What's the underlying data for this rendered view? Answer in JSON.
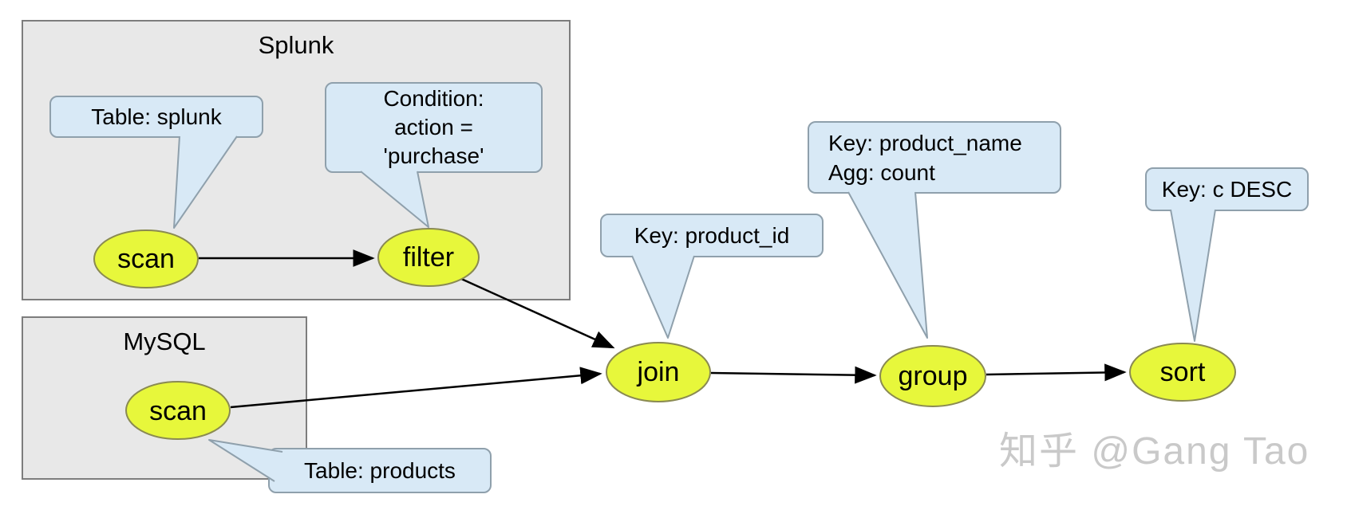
{
  "diagram": {
    "watermark": "知乎 @Gang Tao"
  },
  "containers": [
    {
      "id": "splunk",
      "title": "Splunk"
    },
    {
      "id": "mysql",
      "title": "MySQL"
    }
  ],
  "nodes": [
    {
      "id": "scan-splunk",
      "label": "scan",
      "container": "Splunk"
    },
    {
      "id": "filter",
      "label": "filter",
      "container": "Splunk"
    },
    {
      "id": "scan-mysql",
      "label": "scan",
      "container": "MySQL"
    },
    {
      "id": "join",
      "label": "join",
      "container": null
    },
    {
      "id": "group",
      "label": "group",
      "container": null
    },
    {
      "id": "sort",
      "label": "sort",
      "container": null
    }
  ],
  "callouts": [
    {
      "id": "table-splunk",
      "target": "scan-splunk",
      "lines": [
        "Table: splunk"
      ]
    },
    {
      "id": "condition",
      "target": "filter",
      "lines": [
        "Condition:",
        "action =",
        "'purchase'"
      ]
    },
    {
      "id": "key-product-id",
      "target": "join",
      "lines": [
        "Key: product_id"
      ]
    },
    {
      "id": "key-product-name",
      "target": "group",
      "lines": [
        "Key: product_name",
        "Agg: count"
      ]
    },
    {
      "id": "key-c-desc",
      "target": "sort",
      "lines": [
        "Key: c DESC"
      ]
    },
    {
      "id": "table-products",
      "target": "scan-mysql",
      "lines": [
        "Table: products"
      ]
    }
  ],
  "edges": [
    {
      "from": "scan-splunk",
      "to": "filter"
    },
    {
      "from": "filter",
      "to": "join"
    },
    {
      "from": "scan-mysql",
      "to": "join"
    },
    {
      "from": "join",
      "to": "group"
    },
    {
      "from": "group",
      "to": "sort"
    }
  ],
  "colors": {
    "node_fill": "#e7f73b",
    "node_border": "#8a8a52",
    "container_fill": "#e8e8e8",
    "container_border": "#7d7d7d",
    "callout_fill": "#d8e9f6",
    "callout_border": "#8fa0ac",
    "edge": "#000000",
    "watermark_color": "#c9c9c9"
  }
}
